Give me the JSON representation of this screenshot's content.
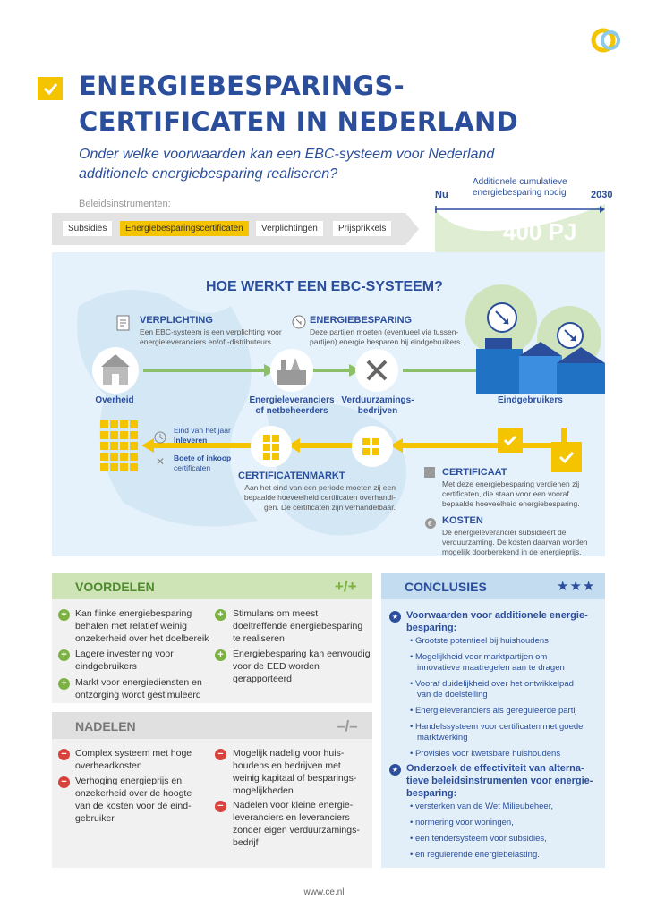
{
  "header": {
    "title_line1": "ENERGIEBESPARINGS-",
    "title_line2": "CERTIFICATEN IN NEDERLAND",
    "subtitle": "Onder welke voorwaarden kan een EBC-systeem voor Nederland additionele energiebesparing realiseren?"
  },
  "instruments": {
    "label": "Beleidsinstrumenten:",
    "items": [
      "Subsidies",
      "Energiebesparingscertificaten",
      "Verplichtingen",
      "Prijsprikkels"
    ]
  },
  "timeline": {
    "start": "Nu",
    "end": "2030",
    "desc_line1": "Additionele cumulatieve",
    "desc_line2": "energiebesparing nodig",
    "target": "400 PJ"
  },
  "diagram": {
    "title": "HOE WERKT EEN EBC-SYSTEEM?",
    "verplichting": {
      "title": "VERPLICHTING",
      "line1": "Een EBC-systeem is een verplichting voor",
      "line2": "energieleveranciers en/of -distributeurs."
    },
    "energiebesparing": {
      "title": "ENERGIEBESPARING",
      "line1": "Deze partijen moeten (eventueel via tussen-",
      "line2": "partijen) energie besparen bij eindgebruikers."
    },
    "nodes": {
      "overheid": "Overheid",
      "leveranciers1": "Energieleveranciers",
      "leveranciers2": "of netbeheerders",
      "verduurzaming1": "Verduurzamings-",
      "verduurzaming2": "bedrijven",
      "eindgebruikers": "Eindgebruikers"
    },
    "inleveren": {
      "line1": "Eind van het jaar",
      "line2": "Inleveren"
    },
    "boete": {
      "line1": "Boete of inkoop",
      "line2": "certificaten"
    },
    "markt": {
      "title": "CERTIFICATENMARKT",
      "line1": "Aan het eind van een periode moeten zij een",
      "line2": "bepaalde hoeveelheid certificaten overhandi-",
      "line3": "gen. De certificaten zijn verhandelbaar."
    },
    "certificaat": {
      "title": "CERTIFICAAT",
      "line1": "Met deze energiebesparing verdienen zij",
      "line2": "certificaten,  die staan voor een vooraf",
      "line3": "bepaalde hoeveelheid energiebesparing."
    },
    "kosten": {
      "title": "KOSTEN",
      "line1": "De energieleverancier subsidieert de",
      "line2": "verduurzaming. De kosten daarvan worden",
      "line3": "mogelijk doorberekend in de energieprijs."
    }
  },
  "voordelen": {
    "title": "VOORDELEN",
    "symbol": "+/+",
    "items": [
      [
        "Kan flinke energiebesparing",
        "behalen met relatief weinig",
        "onzekerheid over het doelbereik"
      ],
      [
        "Lagere investering voor",
        "eindgebruikers"
      ],
      [
        "Markt voor energiediensten en",
        "ontzorging wordt gestimuleerd"
      ],
      [
        "Stimulans om meest",
        "doeltreffende energiebesparing",
        "te realiseren"
      ],
      [
        "Energiebesparing kan eenvoudig",
        "voor de EED worden",
        "gerapporteerd"
      ]
    ]
  },
  "nadelen": {
    "title": "NADELEN",
    "symbol": "–/–",
    "items": [
      [
        "Complex systeem met hoge",
        "overheadkosten"
      ],
      [
        "Verhoging energieprijs en",
        "onzekerheid over de hoogte",
        "van de kosten voor de eind-",
        "gebruiker"
      ],
      [
        "Mogelijk nadelig voor huis-",
        "houdens en bedrijven met",
        "weinig kapitaal of besparings-",
        "mogelijkheden"
      ],
      [
        "Nadelen voor kleine energie-",
        "leveranciers en leveranciers",
        "zonder eigen verduurzamings-",
        "bedrijf"
      ]
    ]
  },
  "conclusies": {
    "title": "CONCLUSIES",
    "stars": "★★★",
    "head1": [
      "Voorwaarden voor additionele energie-",
      "besparing:"
    ],
    "list1": [
      [
        "• Grootste potentieel bij huishoudens"
      ],
      [
        "• Mogelijkheid voor marktpartijen om",
        "innovatieve maatregelen aan te dragen"
      ],
      [
        "• Vooraf duidelijkheid over het ontwikkelpad",
        "van de doelstelling"
      ],
      [
        "• Energieleveranciers als gereguleerde partij"
      ],
      [
        "• Handelssysteem voor certificaten met goede",
        "marktwerking"
      ],
      [
        "• Provisies voor kwetsbare huishoudens"
      ]
    ],
    "head2": [
      "Onderzoek de effectiviteit van alterna-",
      "tieve beleidsinstrumenten voor energie-",
      "besparing:"
    ],
    "list2": [
      "• versterken van de Wet Milieubeheer,",
      "• normering voor woningen,",
      "• een tendersysteem voor subsidies,",
      "• en regulerende energiebelasting."
    ]
  },
  "footer": "www.ce.nl",
  "colors": {
    "blue": "#2a4e9c",
    "yellow": "#f5c400",
    "green": "#7bb241",
    "red": "#d9413b"
  }
}
